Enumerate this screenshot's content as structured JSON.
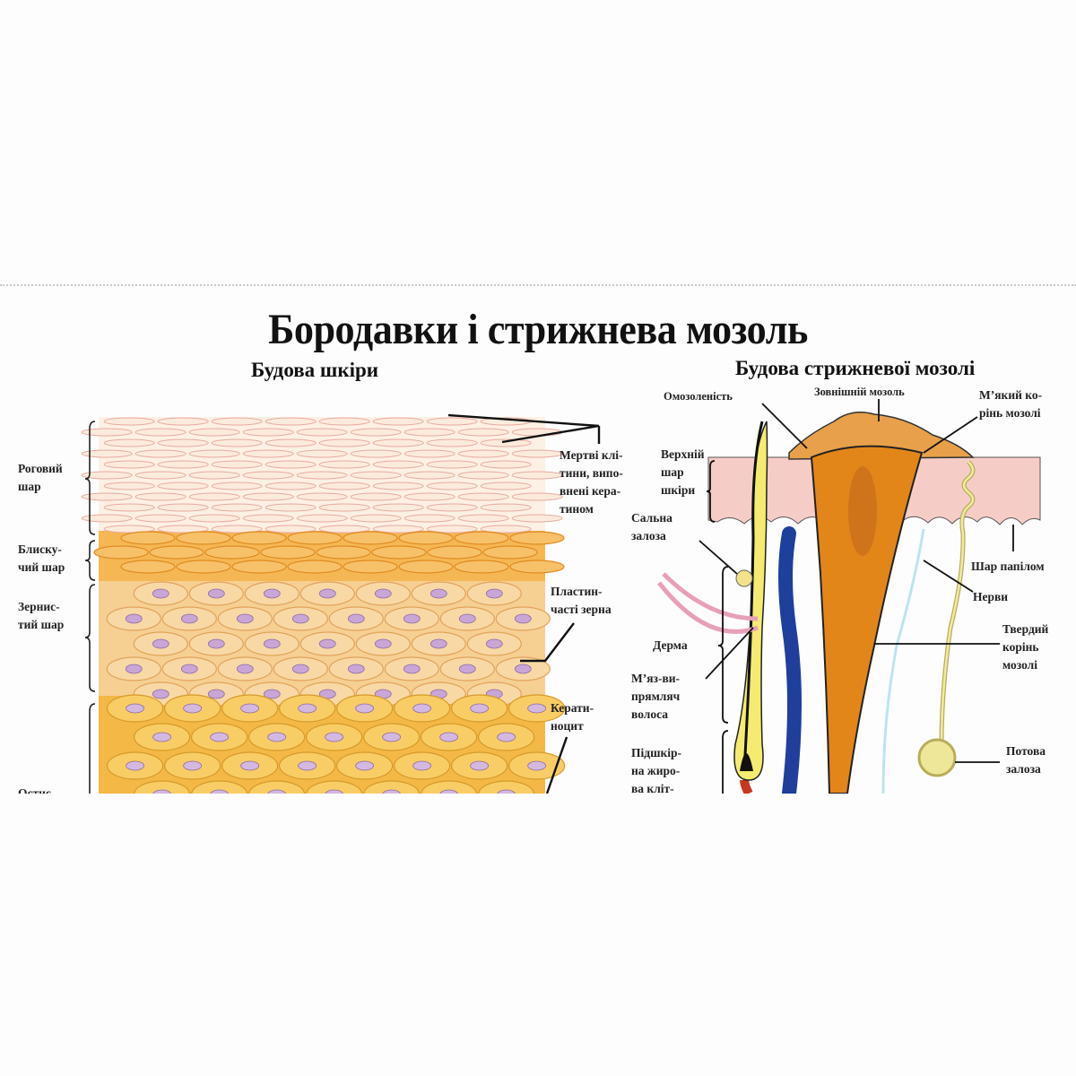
{
  "title": "Бородавки і стрижнева мозоль",
  "left_panel": {
    "subtitle": "Будова шкіри",
    "layers": [
      "Роговий\nшар",
      "Блиску-\nчий шар",
      "Зернис-\nтий шар",
      "Остис-"
    ],
    "callouts": [
      "Мертві клі-\nтини, випо-\nвнені кера-\nтином",
      "Пластин-\nчасті зерна",
      "Керати-\nноцит"
    ]
  },
  "right_panel": {
    "subtitle": "Будова стрижневої мозолі",
    "labels": {
      "callus_area": "Омозоленість",
      "outer_callus": "Зовнішній мозоль",
      "soft_root": "М’який ко-\nрінь мозолі",
      "upper_skin": "Верхній\nшар\nшкіри",
      "sebaceous": "Сальна\nзалоза",
      "dermis": "Дерма",
      "muscle": "М’яз-ви-\nпрямляч\nволоса",
      "subcutaneous": "Підшкір-\nна жиро-\nва кліт-",
      "papillary": "Шар папілом",
      "nerves": "Нерви",
      "hard_root": "Твердий\nкорінь\nмозолі",
      "sweat_gland": "Потова\nзалоза"
    }
  },
  "colors": {
    "corneum": "#fbe3cf",
    "lucidum": "#f5b450",
    "granular": "#f9d7a0",
    "spinous": "#f7c35a",
    "nucleus": "#c9a6d6",
    "skin_band": "#f6cdc6",
    "root": "#e58a1e",
    "vessel": "#2a4ea6"
  }
}
